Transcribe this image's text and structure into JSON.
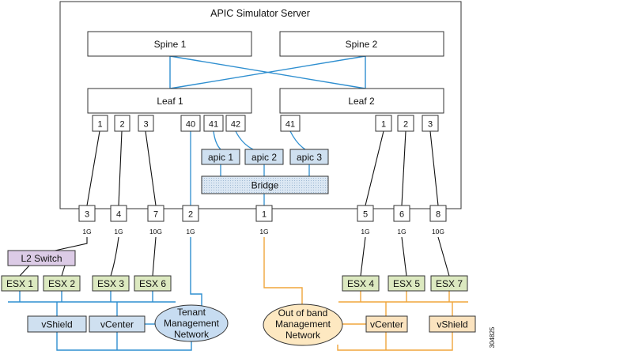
{
  "server": {
    "title": "APIC Simulator Server"
  },
  "spines": [
    "Spine 1",
    "Spine 2"
  ],
  "leaves": [
    "Leaf 1",
    "Leaf 2"
  ],
  "leaf1_ports": [
    "1",
    "2",
    "3",
    "40",
    "41",
    "42"
  ],
  "leaf2_ports": [
    "41",
    "1",
    "2",
    "3"
  ],
  "apics": [
    "apic 1",
    "apic 2",
    "apic 3"
  ],
  "bridge": "Bridge",
  "external_ports": [
    {
      "label": "3",
      "speed": "1G"
    },
    {
      "label": "4",
      "speed": "1G"
    },
    {
      "label": "7",
      "speed": "10G"
    },
    {
      "label": "2",
      "speed": "1G"
    },
    {
      "label": "1",
      "speed": "1G"
    },
    {
      "label": "5",
      "speed": "1G"
    },
    {
      "label": "6",
      "speed": "1G"
    },
    {
      "label": "8",
      "speed": "10G"
    }
  ],
  "l2_switch": "L2 Switch",
  "esx_left": [
    "ESX 1",
    "ESX 2",
    "ESX 3",
    "ESX 6"
  ],
  "esx_right": [
    "ESX 4",
    "ESX 5",
    "ESX 7"
  ],
  "vms_left": [
    "vShield",
    "vCenter"
  ],
  "vms_right": [
    "vCenter",
    "vShield"
  ],
  "tenant_network": [
    "Tenant",
    "Management",
    "Network"
  ],
  "oob_network": [
    "Out of band",
    "Management",
    "Network"
  ],
  "figure_code": "304825",
  "colors": {
    "blue_link": "#2f8fd0",
    "orange_link": "#f0a63c",
    "bridge_fill": "#d8e6f4",
    "apic_fill": "#cfe0f0",
    "l2_fill": "#dccbe6",
    "esx_fill": "#dce9c0",
    "vm_left_fill": "#cfe0f0",
    "vm_right_fill": "#fbe3bf",
    "tenant_fill": "#c7dcf1",
    "oob_fill": "#fde8c1"
  }
}
